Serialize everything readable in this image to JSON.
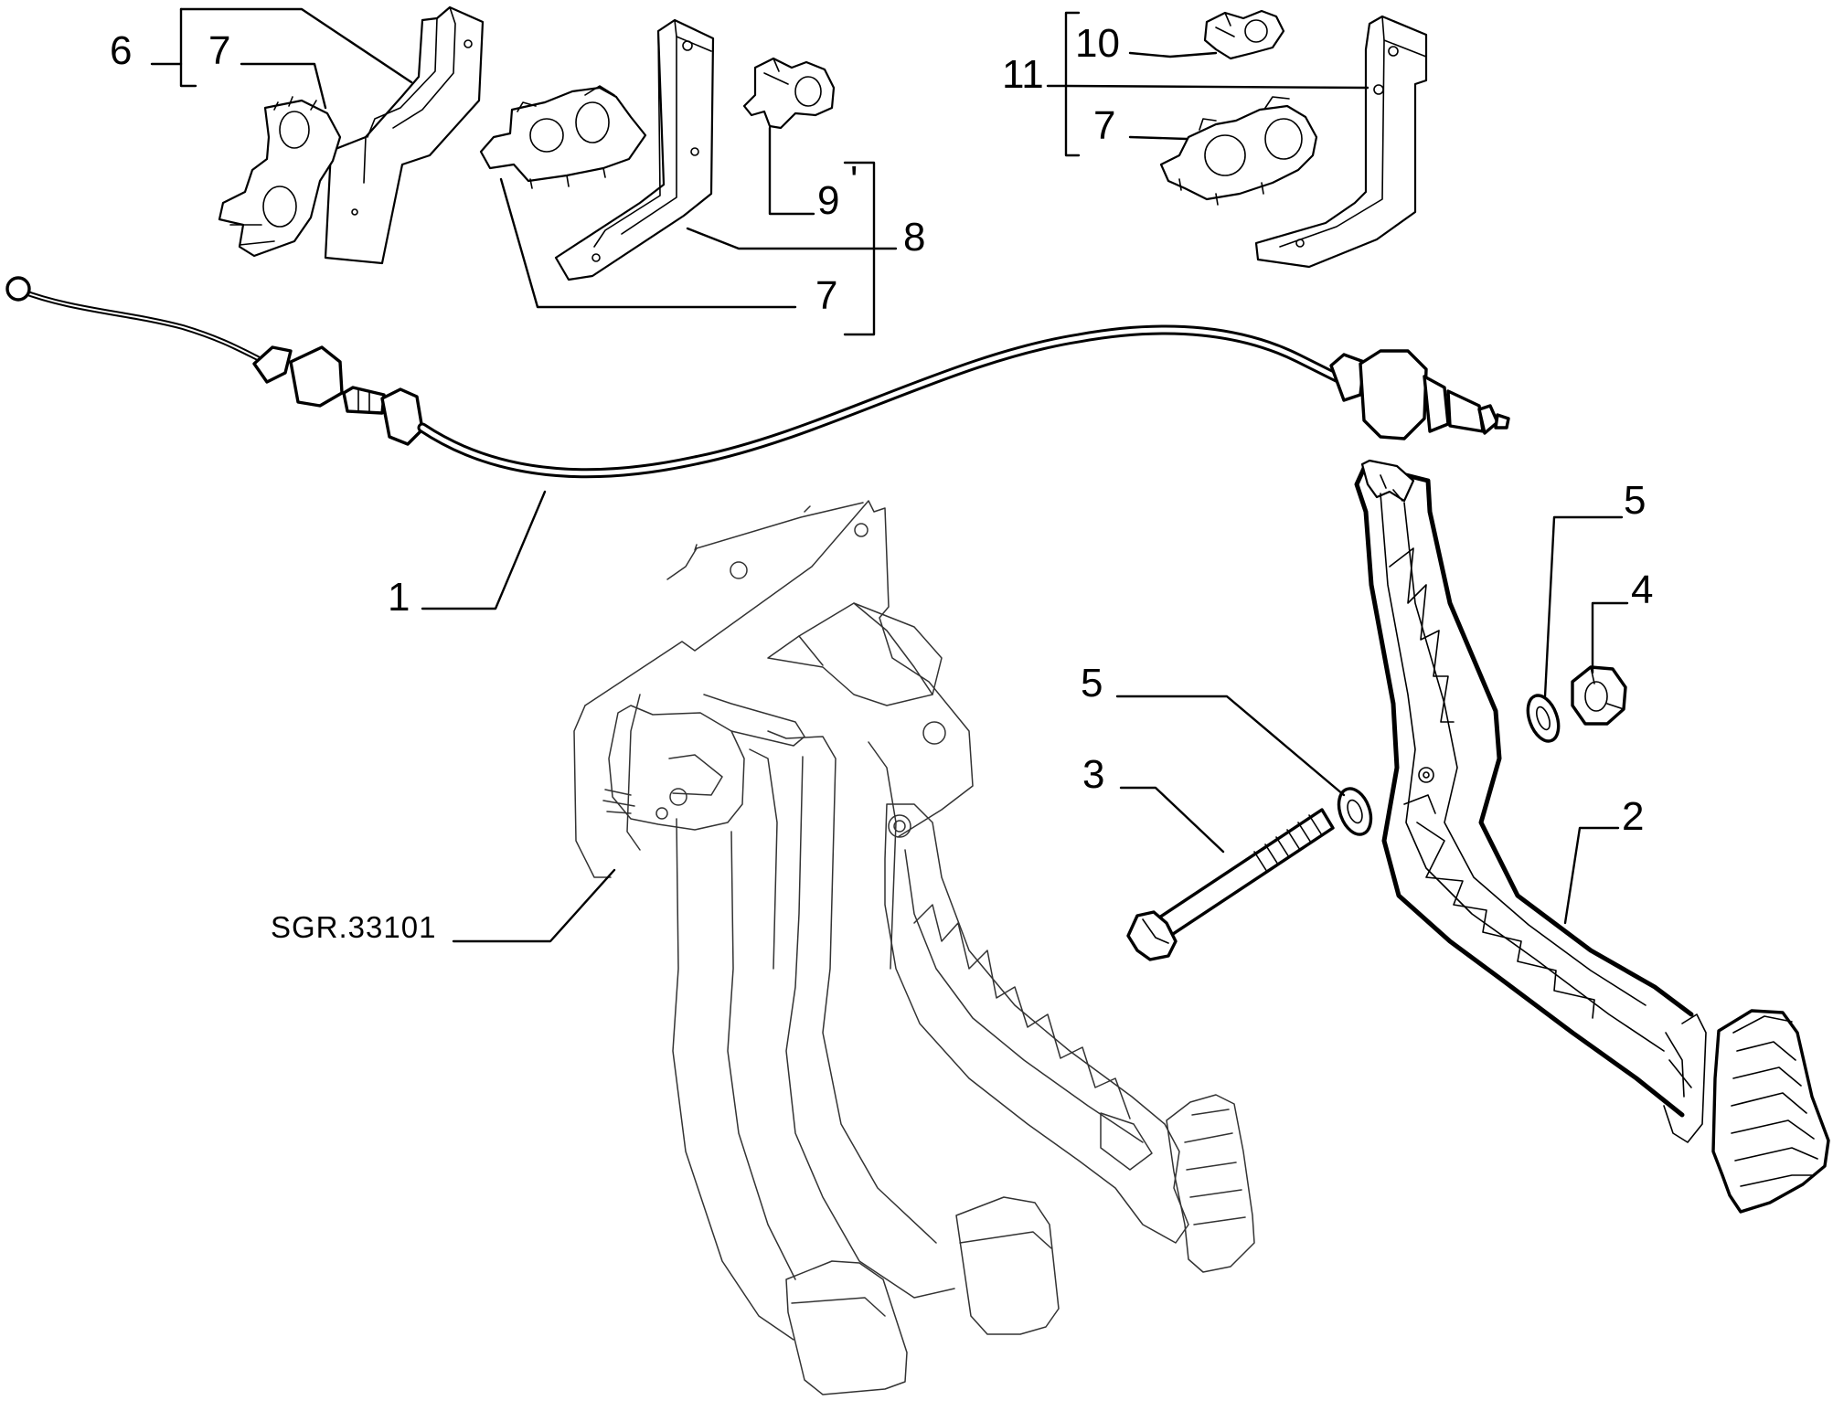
{
  "labels": {
    "c6": "6",
    "c7a": "7",
    "c7b": "7",
    "c7c": "7",
    "c8": "8",
    "c9": "9",
    "c9_mark": "'",
    "c10": "10",
    "c11": "11",
    "c1": "1",
    "c2": "2",
    "c3": "3",
    "c4": "4",
    "c5a": "5",
    "c5b": "5",
    "reference": "SGR.33101"
  }
}
